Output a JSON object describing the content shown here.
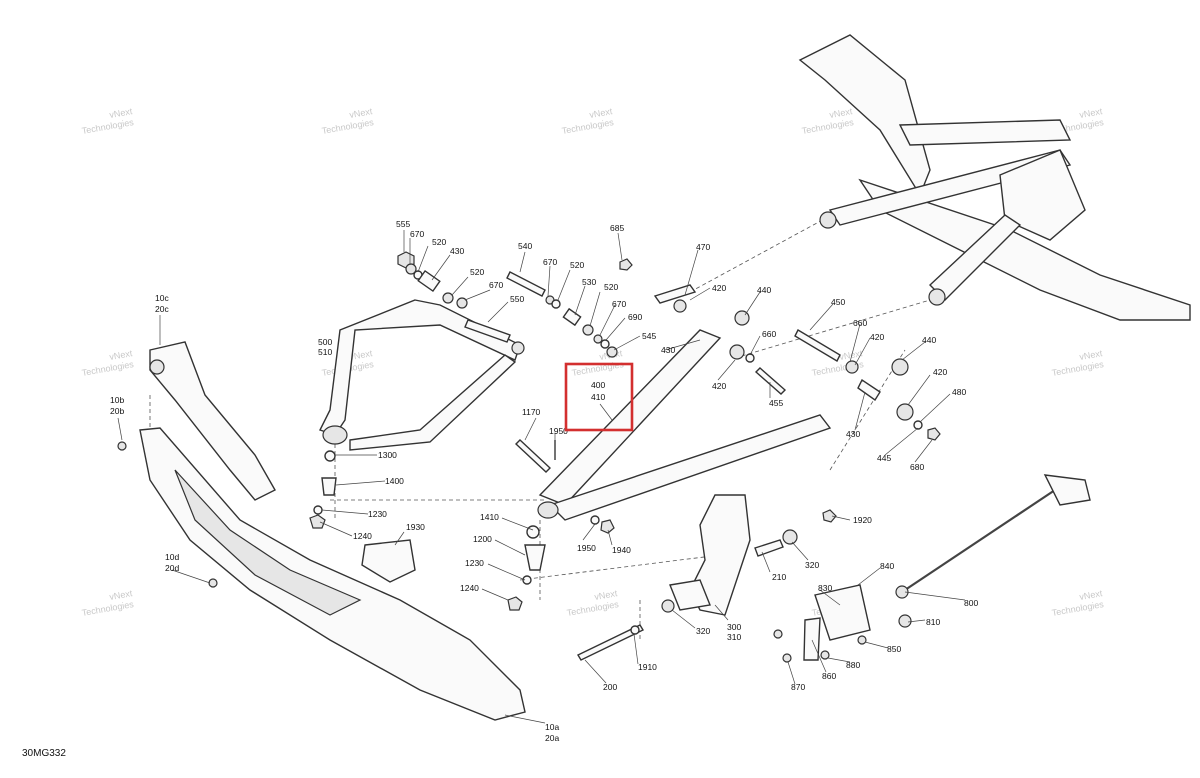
{
  "diagram_code": "30MG332",
  "watermark_lines": [
    "vNext",
    "Technologies"
  ],
  "highlight_color": "#d32f2f",
  "highlight_labels": [
    "400",
    "410"
  ],
  "callouts": {
    "c555": "555",
    "c670a": "670",
    "c520a": "520",
    "c430a": "430",
    "c540": "540",
    "c670b": "670",
    "c520b": "520",
    "c550": "550",
    "c670c": "670",
    "c520c": "520",
    "c530": "530",
    "c520d": "520",
    "c670d": "670",
    "c690": "690",
    "c545": "545",
    "c685": "685",
    "c470": "470",
    "c420a": "420",
    "c440a": "440",
    "c660a": "660",
    "c430b": "430",
    "c420b": "420",
    "c455": "455",
    "c450": "450",
    "c660b": "660",
    "c420c": "420",
    "c440b": "440",
    "c420d": "420",
    "c480": "480",
    "c430c": "430",
    "c445": "445",
    "c680": "680",
    "c500": "500",
    "c510": "510",
    "c1170": "1170",
    "c1950a": "1950",
    "c1300": "1300",
    "c1400": "1400",
    "c1230a": "1230",
    "c1240a": "1240",
    "c1930": "1930",
    "c1410": "1410",
    "c1200": "1200",
    "c1230b": "1230",
    "c1240b": "1240",
    "c1950b": "1950",
    "c1940": "1940",
    "c1920": "1920",
    "c320a": "320",
    "c210": "210",
    "c300": "300",
    "c310": "310",
    "c320b": "320",
    "c1910": "1910",
    "c200": "200",
    "c830": "830",
    "c840": "840",
    "c800": "800",
    "c810": "810",
    "c850": "850",
    "c880": "880",
    "c860": "860",
    "c870": "870",
    "c10c": "10c",
    "c20c": "20c",
    "c10b": "10b",
    "c20b": "20b",
    "c10d": "10d",
    "c20d": "20d",
    "c10a": "10a",
    "c20a": "20a"
  }
}
